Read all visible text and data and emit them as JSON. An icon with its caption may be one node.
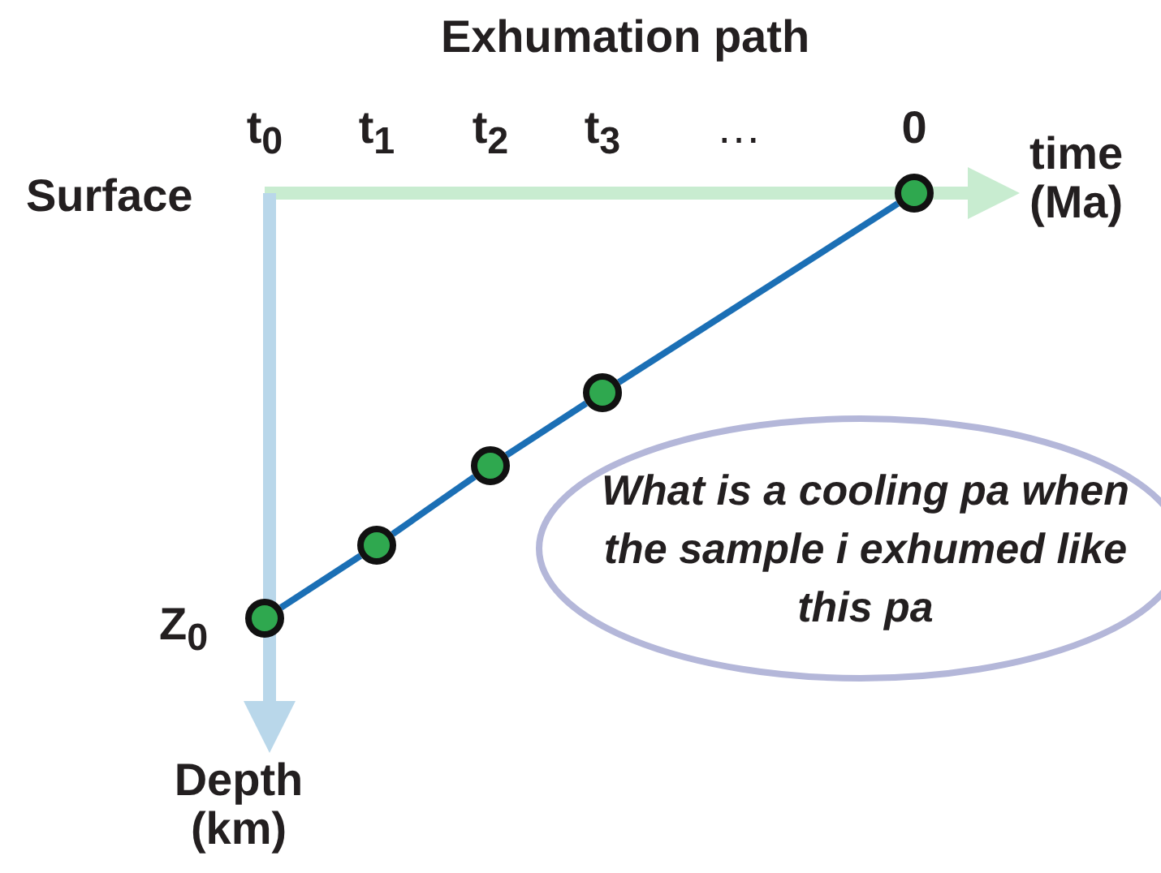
{
  "diagram": {
    "title": "Exhumation path",
    "nodes": [
      {
        "text": [],
        "shape": "circle"
      },
      {
        "text": [],
        "shape": "circle"
      },
      {
        "text": [],
        "shape": "circle"
      },
      {
        "text": [],
        "shape": "circle"
      },
      {
        "text": [],
        "shape": "circle"
      },
      {
        "text": [
          "What is a cooling pa when the sample i exhumed like this pa"
        ]
      }
    ],
    "edges": [
      {
        "from": 0,
        "to": 1,
        "arrow": "none"
      },
      {
        "from": 1,
        "to": 2,
        "arrow": "none"
      },
      {
        "from": 2,
        "to": 3,
        "arrow": "none"
      },
      {
        "from": 3,
        "to": 4,
        "arrow": "none"
      }
    ],
    "labels": [
      "t$_{0}$",
      "t$_{1}$",
      "t$_{2}$",
      "t$_{3}$",
      "…",
      "0",
      "time (Ma)",
      "Surface",
      "Z$_{0}$",
      "Depth (km)"
    ]
  }
}
